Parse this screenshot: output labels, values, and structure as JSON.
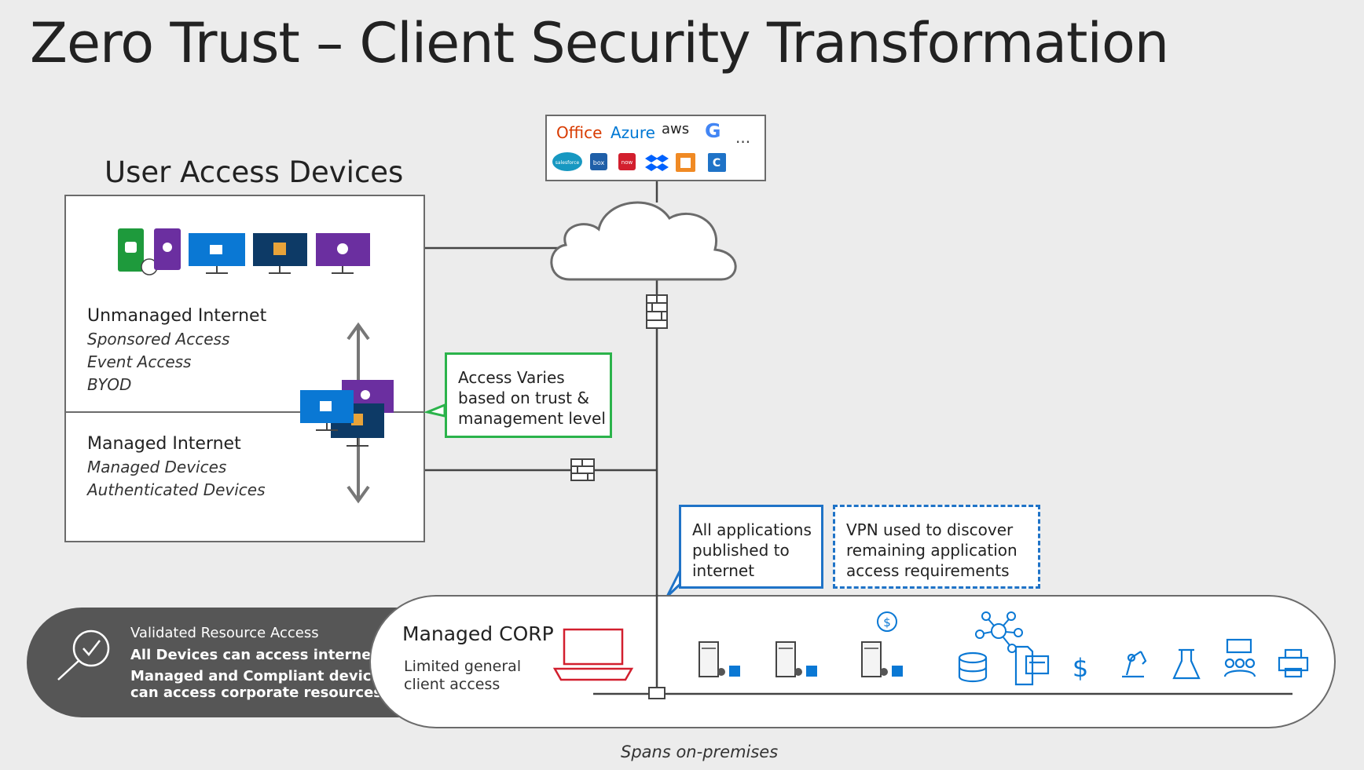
{
  "title": "Zero Trust – Client Security Transformation",
  "user_access": {
    "title": "User Access Devices",
    "unmanaged": {
      "heading": "Unmanaged Internet",
      "items": [
        "Sponsored Access",
        "Event Access",
        "BYOD"
      ]
    },
    "managed": {
      "heading": "Managed Internet",
      "items": [
        "Managed Devices",
        "Authenticated Devices"
      ]
    }
  },
  "saas": {
    "row1": [
      "Office",
      "Azure",
      "aws",
      "G",
      "..."
    ],
    "row2": [
      "salesforce",
      "box",
      "now",
      "dropbox",
      "package",
      "concur"
    ]
  },
  "callouts": {
    "access_varies": [
      "Access Varies",
      "based on trust &",
      "management level"
    ],
    "published": [
      "All applications",
      "published to",
      "internet"
    ],
    "vpn": [
      "VPN used to discover",
      "remaining application",
      "access requirements"
    ]
  },
  "validated": {
    "line1": "Validated Resource Access",
    "line2": "All Devices can access internet",
    "line3": "Managed and Compliant devices",
    "line4": "can access corporate resources"
  },
  "corp": {
    "title": "Managed CORP",
    "subtitle_1": "Limited general",
    "subtitle_2": "client access"
  },
  "footer": "Spans on-premises",
  "colors": {
    "background": "#ececec",
    "green_callout": "#2bb34b",
    "blue_callout": "#1f73c7",
    "windows_blue": "#0a78d4",
    "apple_purple": "#6b2fa0",
    "android_green": "#1e9a3c",
    "office_orange": "#d83b01",
    "laptop_red": "#d21f2e",
    "dark_pill": "#565656"
  }
}
